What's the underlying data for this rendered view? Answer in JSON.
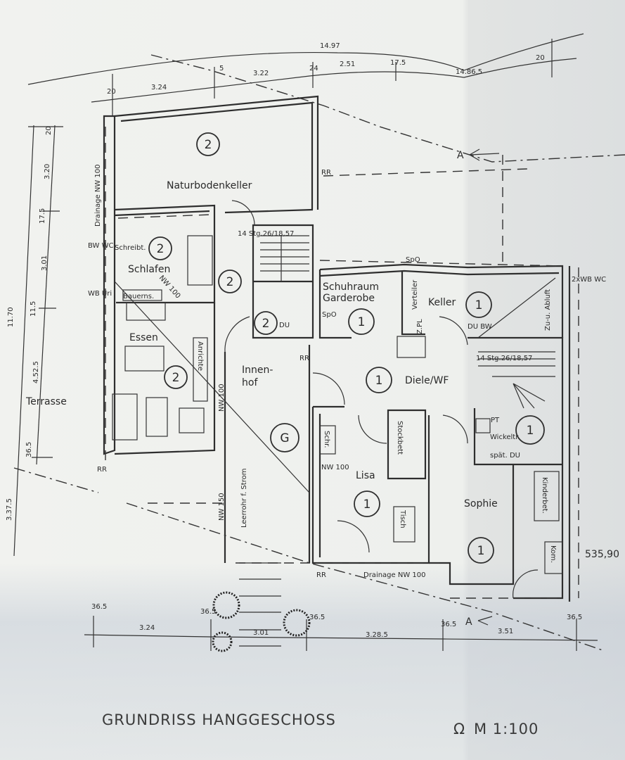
{
  "title": "GRUNDRISS HANGGESCHOSS",
  "north_symbol": "Ω",
  "scale": "M  1:100",
  "elevation": "535,90",
  "rooms": [
    {
      "name": "Naturbodenkeller",
      "number": "2"
    },
    {
      "name": "Schlafen",
      "number": "2"
    },
    {
      "name": "Essen",
      "number": "2"
    },
    {
      "name": "Innen-",
      "name2": "hof",
      "number": "G"
    },
    {
      "name": "Schuhraum",
      "name2": "Garderobe",
      "number": "1"
    },
    {
      "name": "Keller",
      "number": "1"
    },
    {
      "name": "Diele/WF",
      "number": "1"
    },
    {
      "name": "Lisa",
      "number": "1"
    },
    {
      "name": "Sophie",
      "number": "1"
    },
    {
      "name": "Terrasse"
    }
  ],
  "extra_numbers": {
    "hall": "2",
    "du_left": "2",
    "bath_right": "1",
    "sophie": "1"
  },
  "annotations": {
    "stairs_left": "14 Stg.26/18,57",
    "stairs_right": "14 Stg.26/18,57",
    "rr": "RR",
    "drainage_left": "Drainage NW 100",
    "drainage_bottom": "Drainage NW 100",
    "nw100_diag": "NW 100",
    "nw100_mid": "NW 100",
    "nw100_lisa": "NW 100",
    "nw150": "NW 150",
    "leerrohr": "Leerrohr f. Strom",
    "bw_wc": "BW WC",
    "wb_uri": "WB Uri",
    "schreibt": "Schreibt.",
    "bauerns": "Bauerns.",
    "anrichte": "Anrichte",
    "du": "DU",
    "spo": "SpO",
    "verteiler": "Verteiler",
    "zpl": "Z.PL",
    "du_bw": "DU BW",
    "zu_abluft": "Zu-u. Abluft",
    "wb_wc_2x": "2xWB WC",
    "pt": "PT",
    "wickel": "Wickeltr.",
    "spaet_du": "spät. DU",
    "schr": "Schr.",
    "stockbett": "Stockbett",
    "tisch": "Tisch",
    "kinderbet": "Kinderbet.",
    "kom": "Kom.",
    "section": "A"
  },
  "dimensions": {
    "top": [
      "14.97",
      "3.24",
      "3.22",
      "2.51",
      "17.5",
      "14.86.5",
      "20",
      "20",
      "24",
      "5"
    ],
    "left": [
      "20",
      "3.20",
      "17.5",
      "3.01",
      "11.5",
      "4.52.5",
      "36.5",
      "11.70",
      "3.37.5"
    ],
    "bottom": [
      "36.5",
      "3.24",
      "36.5",
      "3.01",
      "36.5",
      "3.28.5",
      "36.5",
      "3.51",
      "36.5"
    ]
  }
}
